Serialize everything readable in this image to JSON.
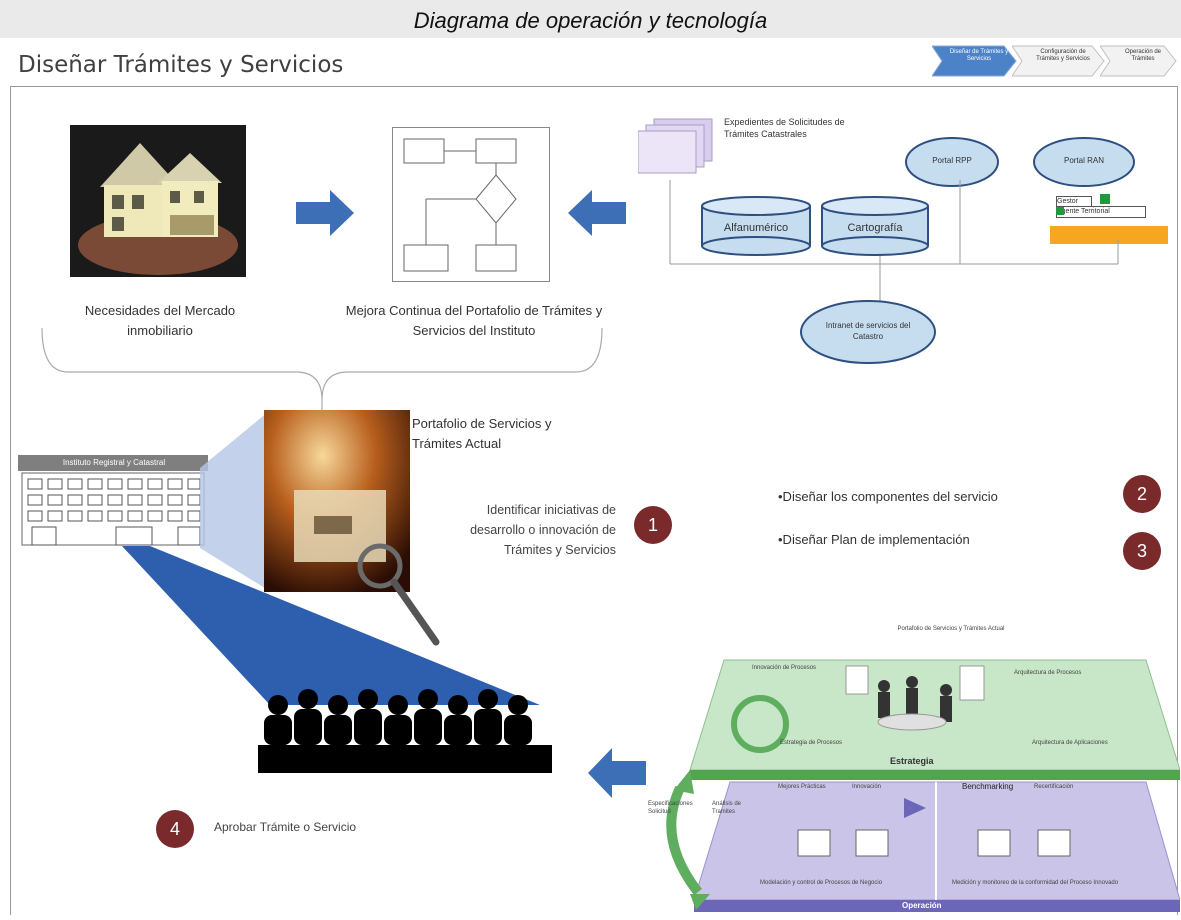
{
  "caption": "Diagrama de operación y tecnología",
  "title": "Diseñar Trámites y Servicios",
  "process_steps": [
    "Diseñar de Trámites y Servicios",
    "Configuración de Trámites y Servicios",
    "Operación de Trámites"
  ],
  "labels": {
    "necesidades": "Necesidades del Mercado inmobiliario",
    "mejora": "Mejora Continua del Portafolio de Trámites y Servicios del Instituto",
    "portafolio": "Portafolio de Servicios y Trámites Actual",
    "identificar": "Identificar iniciativas de desarrollo o innovación de Trámites y Servicios",
    "componentes": "•Diseñar los componentes del servicio",
    "plan": "•Diseñar Plan de implementación",
    "aprobar": "Aprobar Trámite o Servicio",
    "building_sign": "Instituto Registral y Catastral"
  },
  "step_numbers": [
    "1",
    "2",
    "3",
    "4"
  ],
  "tech": {
    "expedientes": "Expedientes de Solicitudes de Trámites Catastrales",
    "portal_rpp": "Portal RPP",
    "portal_rame": "Portal RAN",
    "alfanumerico": "Alfanumérico",
    "cartografia": "Cartografía",
    "intranet": "Intranet de servicios del Catastro",
    "gestor_label": "Gestor",
    "agente_label": "Agente Territorial"
  },
  "strategy": {
    "top": "Portafolio de Servicios y Trámites Actual",
    "arquitectura_procesos": "Arquitectura de Procesos",
    "innovacion": "Innovación de Procesos",
    "estrategia_procesos": "Estrategia de Procesos",
    "arquitectura_aplicaciones": "Arquitectura de Aplicaciones",
    "estrategia": "Estrategia",
    "mejores_practicas": "Mejores Prácticas",
    "innovacion2": "Innovación",
    "benchmarking": "Benchmarking",
    "recertificacion": "Recertificación",
    "especificaciones": "Especificaciones Solicitud",
    "analisis": "Análisis de Tramites",
    "modelacion": "Modelación y control de Procesos de Negocio",
    "medicion": "Medición y monitoreo de la conformidad del Proceso Innovado",
    "operacion": "Operación"
  },
  "colors": {
    "accent_red": "#7b2a2c",
    "arrow_blue": "#3d6fb6",
    "cone_blue": "#2e5fae",
    "green_plane": "#c8e6c8",
    "purple_plane": "#c9c4e8"
  }
}
